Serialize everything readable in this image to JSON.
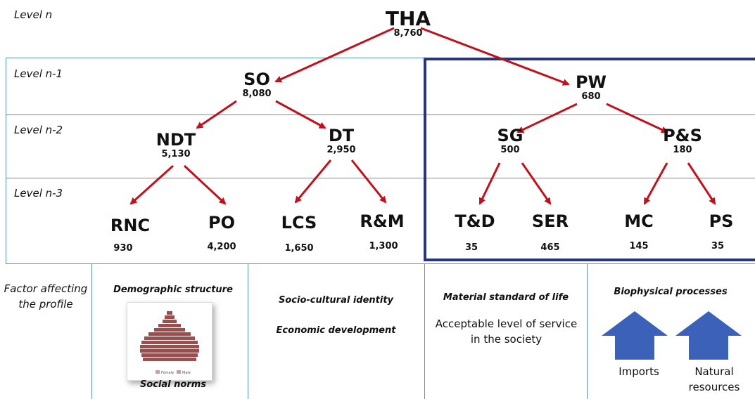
{
  "levels": {
    "n": "Level n",
    "n1": "Level n-1",
    "n2": "Level n-2",
    "n3": "Level n-3"
  },
  "nodes": {
    "tha": {
      "code": "THA",
      "value": "8,760"
    },
    "so": {
      "code": "SO",
      "value": "8,080"
    },
    "pw": {
      "code": "PW",
      "value": "680"
    },
    "ndt": {
      "code": "NDT",
      "value": "5,130"
    },
    "dt": {
      "code": "DT",
      "value": "2,950"
    },
    "sg": {
      "code": "SG",
      "value": "500"
    },
    "ps_parent": {
      "code": "P&S",
      "value": "180"
    },
    "rnc": {
      "code": "RNC",
      "value": "930"
    },
    "po": {
      "code": "PO",
      "value": "4,200"
    },
    "lcs": {
      "code": "LCS",
      "value": "1,650"
    },
    "rm": {
      "code": "R&M",
      "value": "1,300"
    },
    "td": {
      "code": "T&D",
      "value": "35"
    },
    "ser": {
      "code": "SER",
      "value": "465"
    },
    "mc": {
      "code": "MC",
      "value": "145"
    },
    "ps": {
      "code": "PS",
      "value": "35"
    }
  },
  "factors": {
    "label": "Factor affecting the profile",
    "demographic": "Demographic structure",
    "social_norms": "Social norms",
    "socio_cultural": "Socio-cultural identity",
    "economic": "Economic development",
    "material": "Material standard of life",
    "acceptable": "Acceptable level of service in the society",
    "biophysical": "Biophysical processes",
    "imports": "Imports",
    "natural": "Natural resources",
    "pyramid_female": "Female",
    "pyramid_male": "Male"
  },
  "colors": {
    "arrow": "#c0111c",
    "grid_line": "#5b8fc7",
    "highlight_box": "#27357a",
    "big_arrow": "#3b62b8",
    "pyramid_bar": "#a44a4a"
  }
}
